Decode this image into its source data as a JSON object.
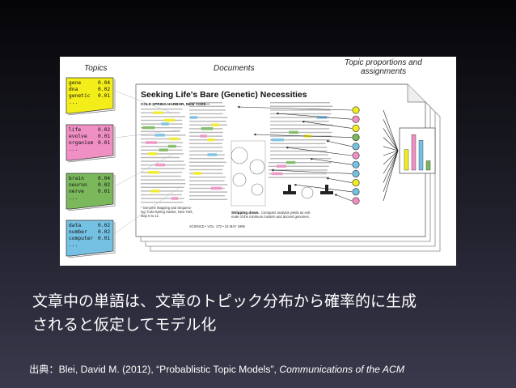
{
  "figure": {
    "headers": {
      "topics": "Topics",
      "documents": "Documents",
      "proportions_line1": "Topic proportions and",
      "proportions_line2": "assignments"
    },
    "topics": [
      {
        "color": "#f3ee1a",
        "rows": [
          [
            "gene",
            "0.04"
          ],
          [
            "dna",
            "0.02"
          ],
          [
            "genetic",
            "0.01"
          ],
          [
            "...",
            ""
          ]
        ]
      },
      {
        "color": "#f08fc4",
        "rows": [
          [
            "life",
            "0.02"
          ],
          [
            "evolve",
            "0.01"
          ],
          [
            "organism",
            "0.01"
          ],
          [
            "...",
            ""
          ]
        ]
      },
      {
        "color": "#7bb85c",
        "rows": [
          [
            "brain",
            "0.04"
          ],
          [
            "neuron",
            "0.02"
          ],
          [
            "nerve",
            "0.01"
          ],
          [
            "...",
            ""
          ]
        ]
      },
      {
        "color": "#74c1e4",
        "rows": [
          [
            "data",
            "0.02"
          ],
          [
            "number",
            "0.02"
          ],
          [
            "computer",
            "0.01"
          ],
          [
            "...",
            ""
          ]
        ]
      }
    ],
    "document": {
      "title": "Seeking Life's Bare (Genetic) Necessities",
      "dateline": "COLD SPRING HARBOR, NEW YORK—",
      "footnote_1": "* Genome Mapping and Sequenc-",
      "footnote_2": "ing, Cold Spring Harbor, New York,",
      "footnote_3": "May 8 to 12.",
      "footer": "SCIENCE • VOL. 272 • 24 MAY 1996",
      "caption_bold": "Stripping down.",
      "caption_rest": "Computer analysis yields an esti-",
      "caption_line2": "mate of the minimum modern and ancient genomes."
    },
    "proportions_bars": [
      {
        "color": "#f3ee1a",
        "value": 0.55
      },
      {
        "color": "#f08fc4",
        "value": 0.95
      },
      {
        "color": "#74c1e4",
        "value": 0.8
      },
      {
        "color": "#7bb85c",
        "value": 0.25
      }
    ],
    "assignment_dots": [
      "#f3ee1a",
      "#f08fc4",
      "#f3ee1a",
      "#7bb85c",
      "#74c1e4",
      "#f08fc4",
      "#74c1e4",
      "#74c1e4",
      "#f3ee1a",
      "#74c1e4",
      "#f08fc4"
    ]
  },
  "caption": {
    "line1": "文章中の単語は、文章のトピック分布から確率的に生成",
    "line2": "されると仮定してモデル化"
  },
  "citation": {
    "prefix": "出典：",
    "authors": "Blei, David M. (2012), “Probablistic Topic Models”, ",
    "journal": "Communications of the ACM"
  }
}
